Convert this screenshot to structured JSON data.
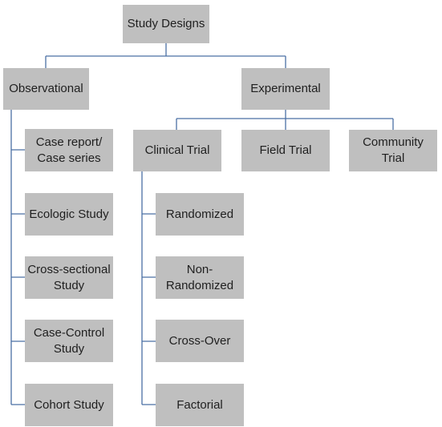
{
  "diagram": {
    "root": "Study Designs",
    "observational": {
      "label": "Observational",
      "children": [
        "Case report/ Case series",
        "Ecologic Study",
        "Cross-sectional Study",
        "Case-Control Study",
        "Cohort Study"
      ]
    },
    "experimental": {
      "label": "Experimental",
      "children": [
        "Clinical Trial",
        "Field Trial",
        "Community Trial"
      ],
      "clinical_trial_children": [
        "Randomized",
        "Non-Randomized",
        "Cross-Over",
        "Factorial"
      ]
    }
  },
  "colors": {
    "box_fill": "#bfbfbf",
    "connector": "#4a6fa5",
    "text": "#1f1f1f"
  }
}
